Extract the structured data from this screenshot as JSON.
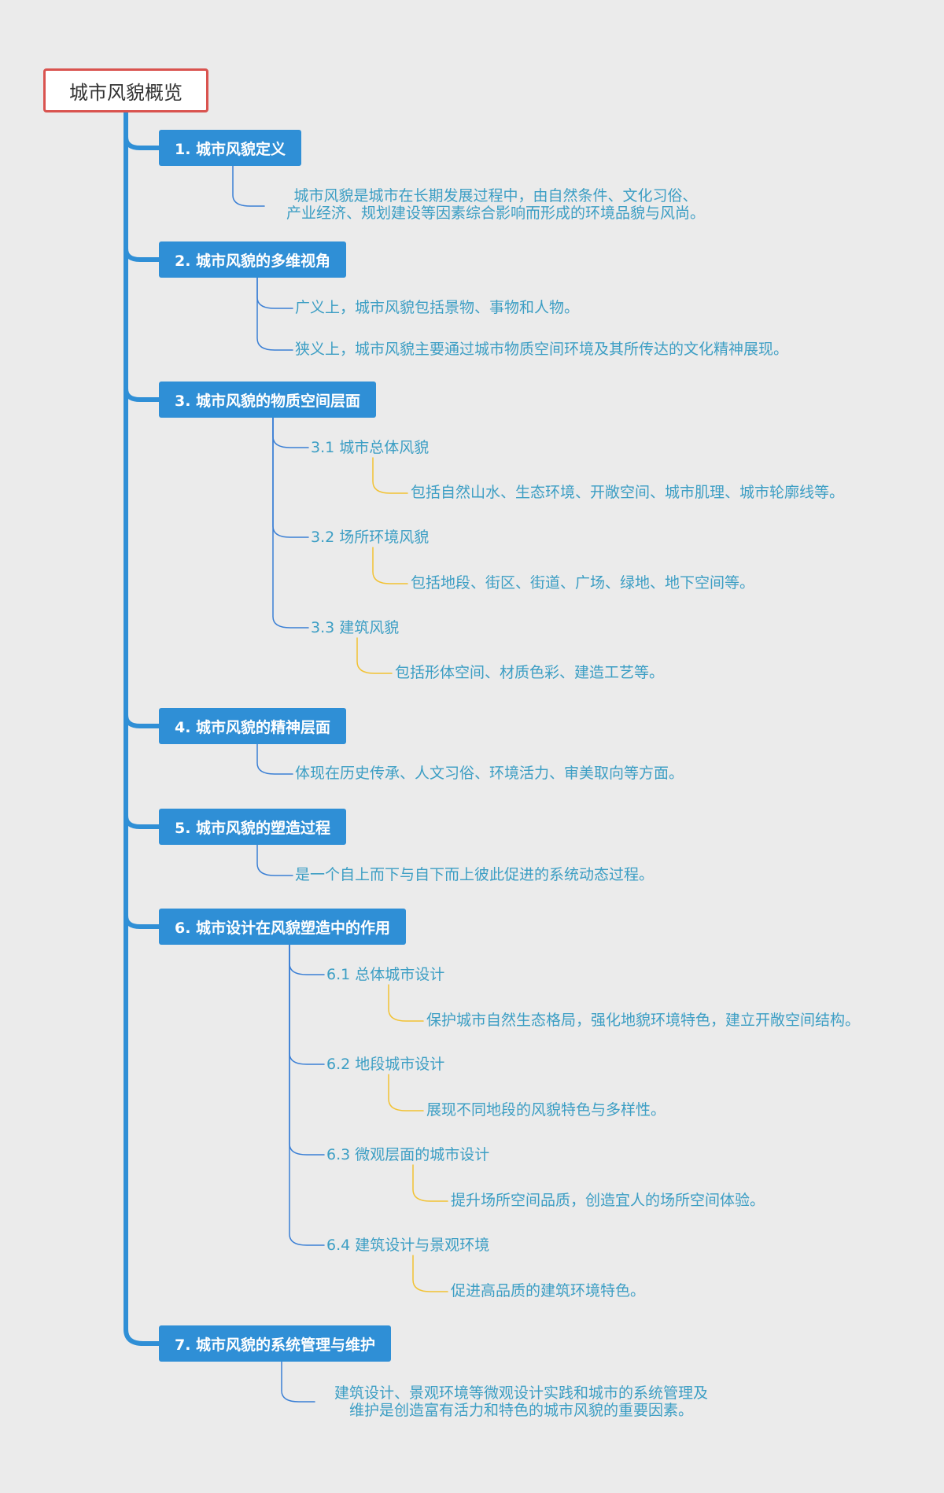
{
  "root": {
    "title": "城市风貌概览"
  },
  "colors": {
    "background": "#ebebeb",
    "root_border": "#d9534f",
    "section_fill": "#2f8fd6",
    "trunk_line": "#2f8fd6",
    "leaf_text": "#3c9ec4",
    "level2_link": "#3a7fd5",
    "level3_link": "#f2c232"
  },
  "sections": [
    {
      "label": "1. 城市风貌定义",
      "items": [
        {
          "text": "城市风貌是城市在长期发展过程中，由自然条件、文化习俗、\n产业经济、规划建设等因素综合影响而形成的环境品貌与风尚。"
        }
      ]
    },
    {
      "label": "2. 城市风貌的多维视角",
      "items": [
        {
          "text": "广义上，城市风貌包括景物、事物和人物。"
        },
        {
          "text": "狭义上，城市风貌主要通过城市物质空间环境及其所传达的文化精神展现。"
        }
      ]
    },
    {
      "label": "3. 城市风貌的物质空间层面",
      "items": [
        {
          "label": "3.1 城市总体风貌",
          "detail": "包括自然山水、生态环境、开敞空间、城市肌理、城市轮廓线等。"
        },
        {
          "label": "3.2 场所环境风貌",
          "detail": "包括地段、街区、街道、广场、绿地、地下空间等。"
        },
        {
          "label": "3.3 建筑风貌",
          "detail": "包括形体空间、材质色彩、建造工艺等。"
        }
      ]
    },
    {
      "label": "4. 城市风貌的精神层面",
      "items": [
        {
          "text": "体现在历史传承、人文习俗、环境活力、审美取向等方面。"
        }
      ]
    },
    {
      "label": "5. 城市风貌的塑造过程",
      "items": [
        {
          "text": "是一个自上而下与自下而上彼此促进的系统动态过程。"
        }
      ]
    },
    {
      "label": "6. 城市设计在风貌塑造中的作用",
      "items": [
        {
          "label": "6.1 总体城市设计",
          "detail": "保护城市自然生态格局，强化地貌环境特色，建立开敞空间结构。"
        },
        {
          "label": "6.2 地段城市设计",
          "detail": "展现不同地段的风貌特色与多样性。"
        },
        {
          "label": "6.3 微观层面的城市设计",
          "detail": "提升场所空间品质，创造宜人的场所空间体验。"
        },
        {
          "label": "6.4 建筑设计与景观环境",
          "detail": "促进高品质的建筑环境特色。"
        }
      ]
    },
    {
      "label": "7. 城市风貌的系统管理与维护",
      "items": [
        {
          "text": "建筑设计、景观环境等微观设计实践和城市的系统管理及\n维护是创造富有活力和特色的城市风貌的重要因素。"
        }
      ]
    }
  ]
}
